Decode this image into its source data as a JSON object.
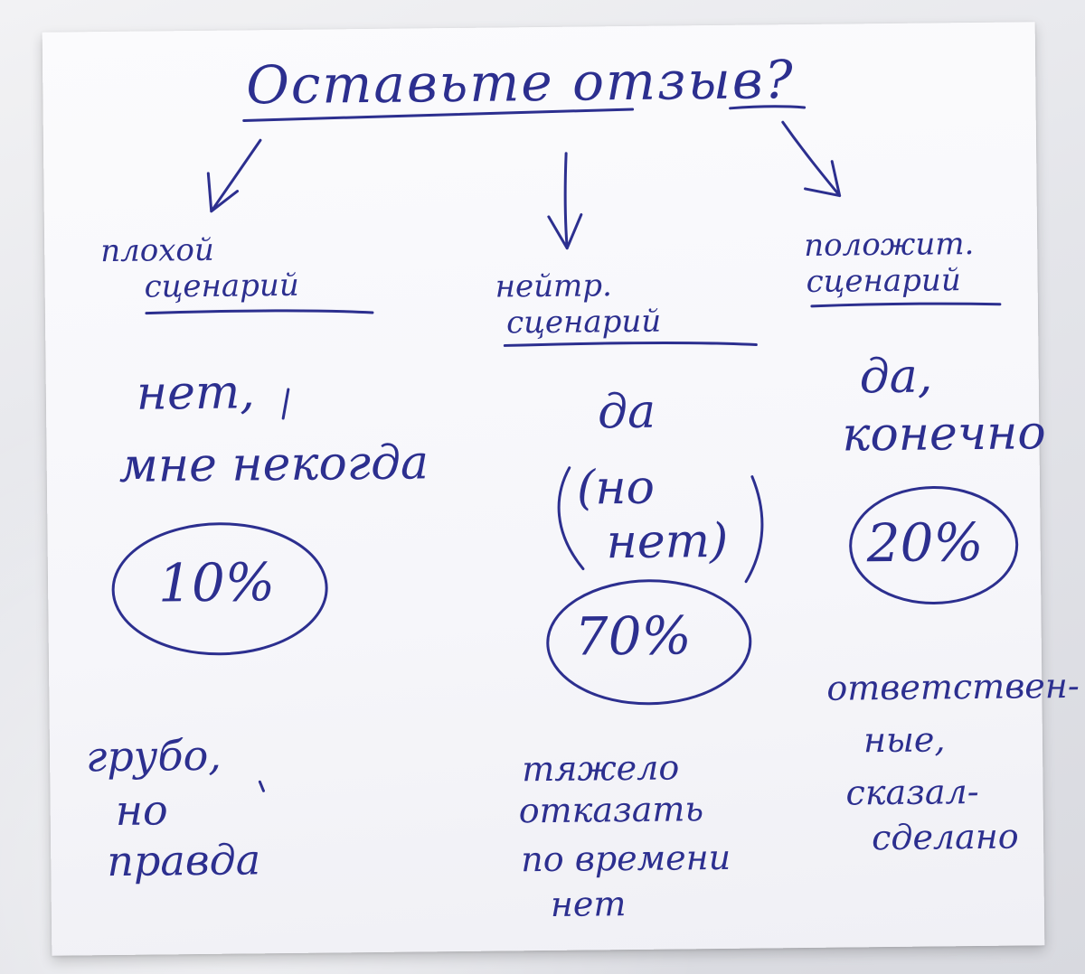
{
  "photo": {
    "ink_color": "#2c2f8f",
    "paper_color": "#f7f7fa"
  },
  "title": "Оставьте отзыв?",
  "columns": [
    {
      "label_line1": "плохой",
      "label_line2": "сценарий",
      "answer_line1": "нет,",
      "answer_line2": "мне некогда",
      "percent": "10%",
      "percent_value": 10,
      "note_lines": [
        "грубо,",
        "но",
        "правда"
      ]
    },
    {
      "label_line1": "нейтр.",
      "label_line2": "сценарий",
      "answer_line1": "да",
      "answer_line2": "(но",
      "answer_line3": "нет)",
      "percent": "70%",
      "percent_value": 70,
      "note_lines": [
        "тяжело",
        "отказать",
        "по времени",
        "нет"
      ]
    },
    {
      "label_line1": "положит.",
      "label_line2": "сценарий",
      "answer_line1": "да,",
      "answer_line2": "конечно",
      "percent": "20%",
      "percent_value": 20,
      "note_lines": [
        "ответствен-",
        "ные,",
        "сказал-",
        "сделано"
      ]
    }
  ]
}
